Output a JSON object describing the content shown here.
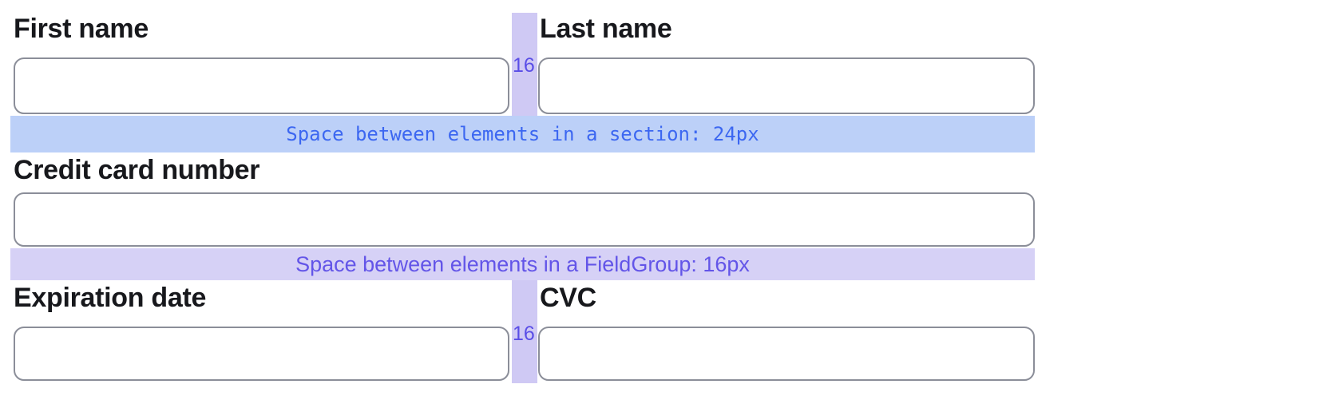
{
  "colors": {
    "section_strip_bg": "#bcd0f8",
    "section_strip_text": "#3c67f1",
    "group_strip_bg": "#d6d1f6",
    "group_strip_text": "#6355e8",
    "gap_strip_bg": "#cfc9f4",
    "gap_label_text": "#5a4ee7",
    "label_text": "#17181c",
    "input_border": "#8b8e99",
    "page_bg": "#ffffff"
  },
  "form": {
    "fields": [
      {
        "id": "first-name",
        "label": "First name",
        "value": "",
        "placeholder": ""
      },
      {
        "id": "last-name",
        "label": "Last name",
        "value": "",
        "placeholder": ""
      },
      {
        "id": "card-number",
        "label": "Credit card number",
        "value": "",
        "placeholder": ""
      },
      {
        "id": "expiration-date",
        "label": "Expiration date",
        "value": "",
        "placeholder": ""
      },
      {
        "id": "cvc",
        "label": "CVC",
        "value": "",
        "placeholder": ""
      }
    ]
  },
  "annotations": {
    "section_note": "Space between elements in a section: 24px",
    "group_note": "Space between elements in a FieldGroup: 16px",
    "row1_gap_label": "16",
    "row2_gap_label": "16"
  }
}
